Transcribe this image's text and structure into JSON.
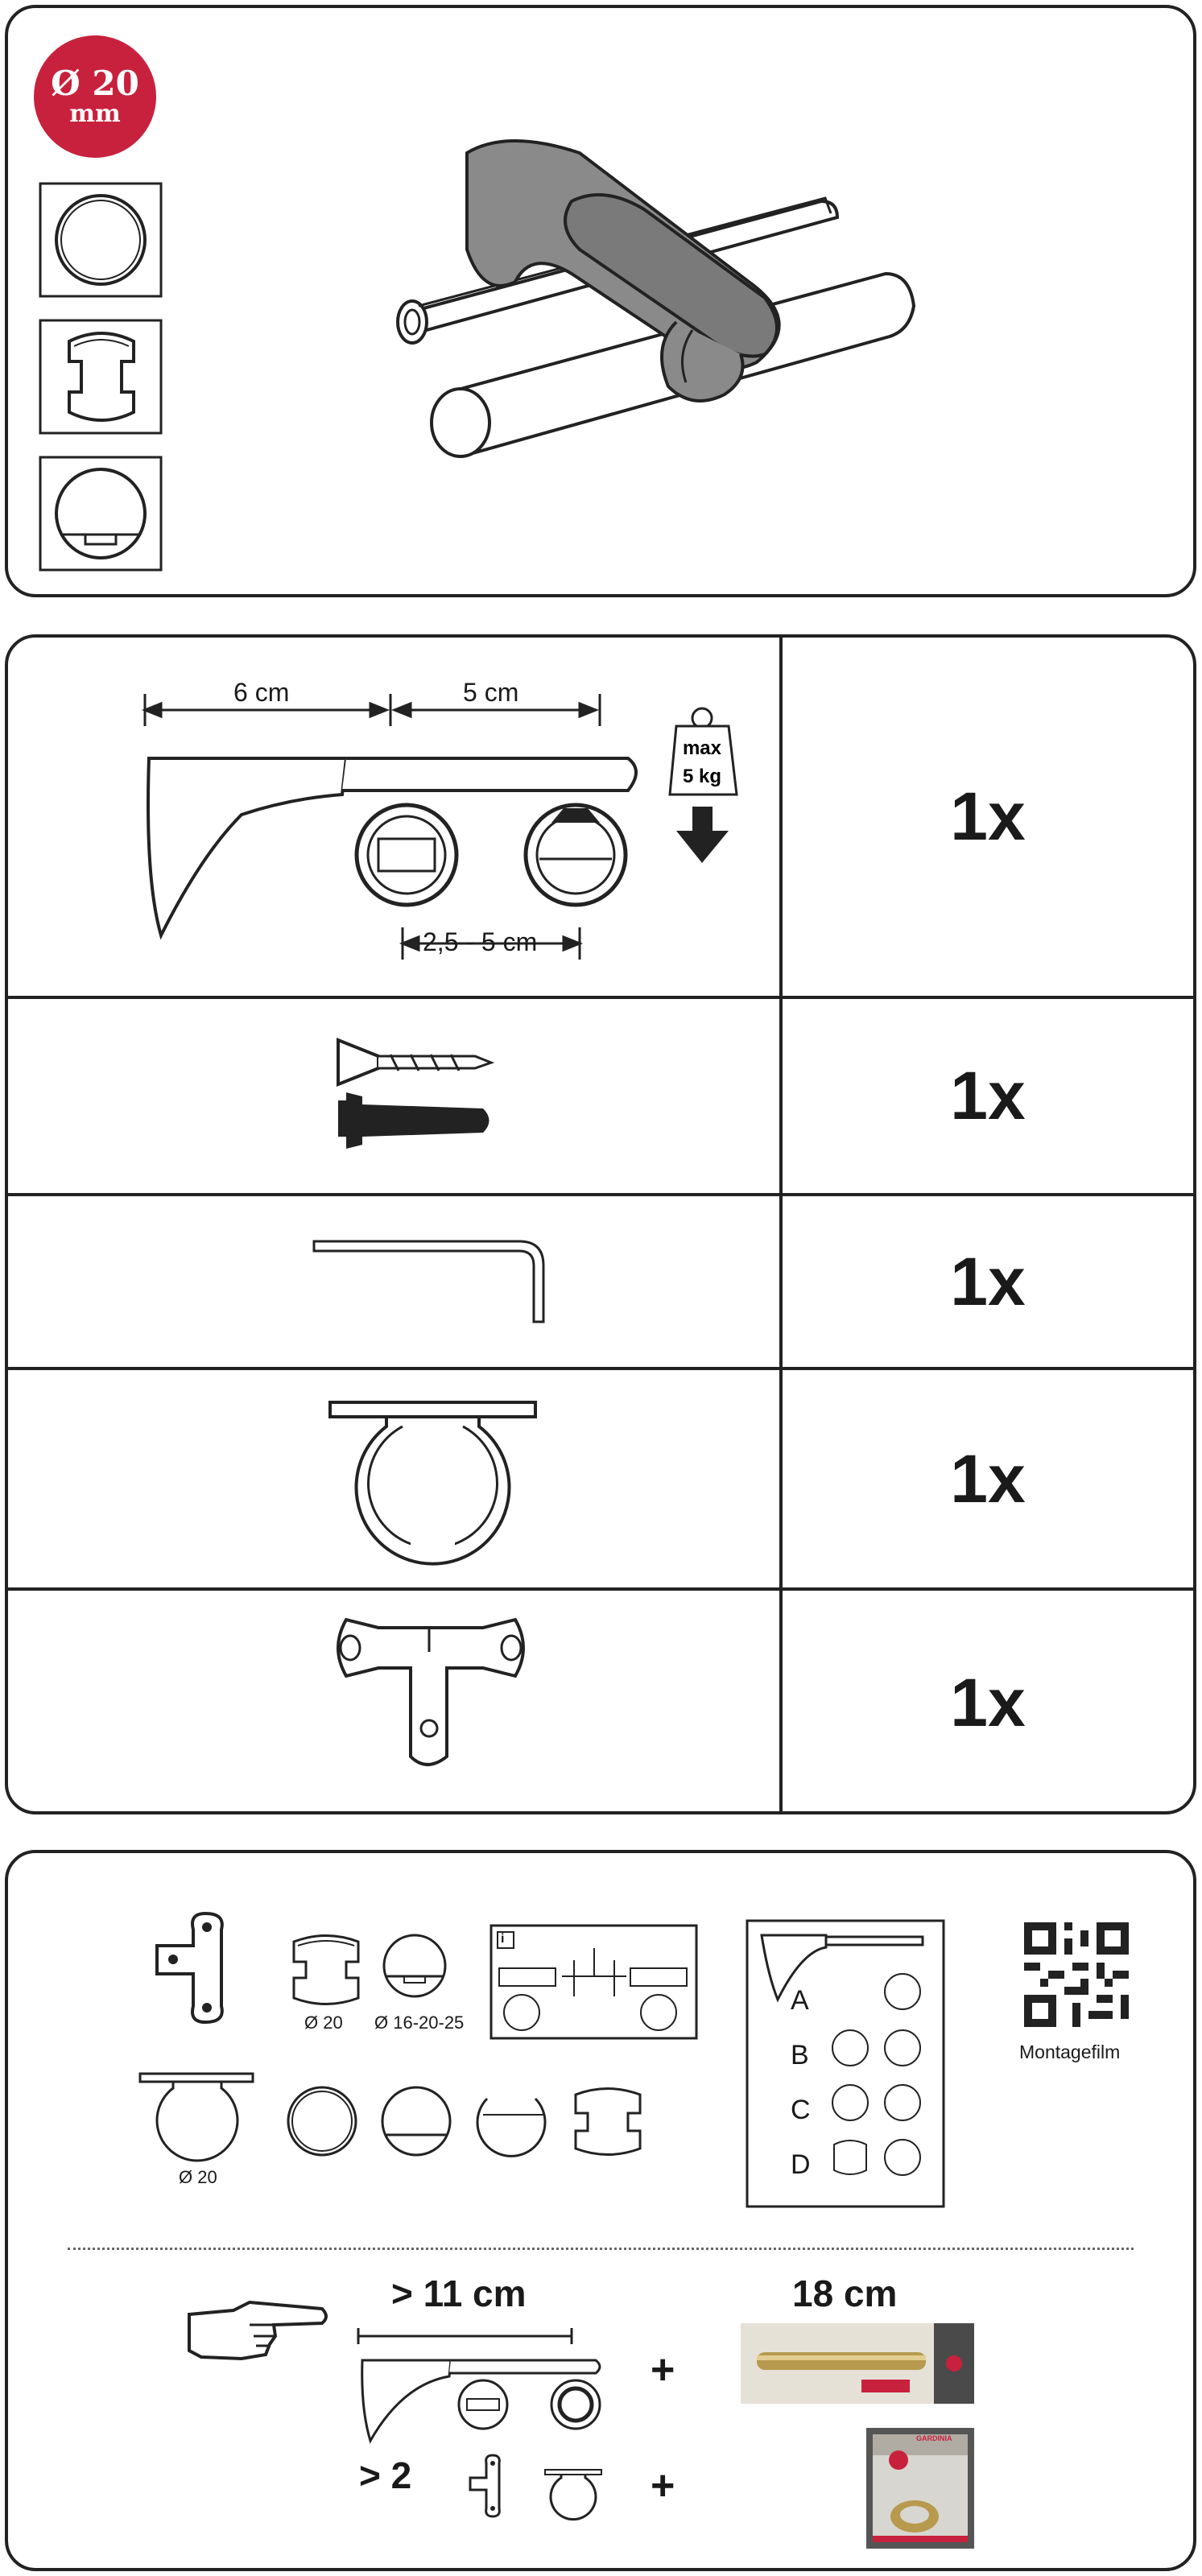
{
  "badge": {
    "diameter": "Ø 20",
    "unit": "mm"
  },
  "parts": {
    "bracket": {
      "dim_left": "6 cm",
      "dim_right": "5 cm",
      "dim_bottom": "2,5 - 5 cm",
      "weight_line1": "max",
      "weight_line2": "5 kg",
      "qty": "1x"
    },
    "screw_dowel": {
      "qty": "1x"
    },
    "hex_key": {
      "qty": "1x"
    },
    "ceiling_holder": {
      "qty": "1x"
    },
    "connector_plate": {
      "qty": "1x"
    }
  },
  "info": {
    "label_d20_a": "Ø 20",
    "label_d16": "Ø 16-20-25",
    "label_d20_b": "Ø 20",
    "info_icon": "i",
    "table_rows": [
      "A",
      "B",
      "C",
      "D"
    ],
    "qr_caption": "Montagefilm",
    "dist_label": "> 11 cm",
    "ext_label": "18 cm",
    "count_label": "> 2",
    "plus": "+",
    "brand": "GARDINIA"
  },
  "colors": {
    "badge_red": "#c8213d",
    "product_grey": "#8a8a8a",
    "photo_gold": "#b79a4e"
  }
}
